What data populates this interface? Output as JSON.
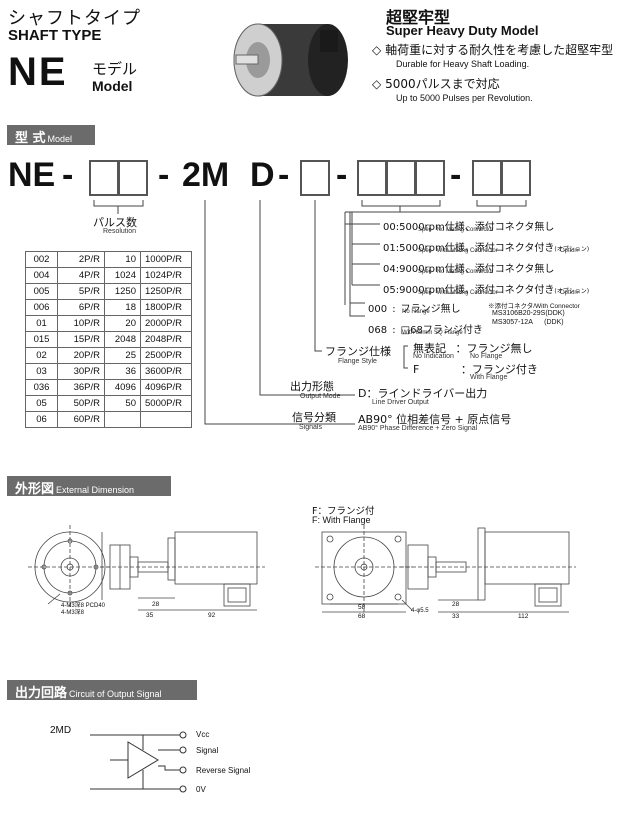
{
  "header": {
    "type_jp": "シャフトタイプ",
    "type_en": "SHAFT TYPE",
    "model_code": "NE",
    "model_jp": "モデル",
    "model_en": "Model",
    "series_jp": "超堅牢型",
    "series_en": "Super Heavy Duty Model",
    "features": [
      {
        "bullet": "◇",
        "jp": "軸荷重に対する耐久性を考慮した超堅牢型",
        "en": "Durable for Heavy Shaft Loading."
      },
      {
        "bullet": "◇",
        "jp": "5000パルスまで対応",
        "en": "Up to 5000 Pulses per Revolution."
      }
    ]
  },
  "section_model": {
    "jp": "型 式",
    "en": "Model"
  },
  "model_code": {
    "prefix": "NE",
    "dash": "-",
    "fixed": "2M",
    "d": "D"
  },
  "resolution": {
    "label_jp": "パルス数",
    "label_en": "Resolution",
    "rows": [
      [
        "002",
        "2P/R",
        "10",
        "1000P/R"
      ],
      [
        "004",
        "4P/R",
        "1024",
        "1024P/R"
      ],
      [
        "005",
        "5P/R",
        "1250",
        "1250P/R"
      ],
      [
        "006",
        "6P/R",
        "18",
        "1800P/R"
      ],
      [
        "01",
        "10P/R",
        "20",
        "2000P/R"
      ],
      [
        "015",
        "15P/R",
        "2048",
        "2048P/R"
      ],
      [
        "02",
        "20P/R",
        "25",
        "2500P/R"
      ],
      [
        "03",
        "30P/R",
        "36",
        "3600P/R"
      ],
      [
        "036",
        "36P/R",
        "4096",
        "4096P/R"
      ],
      [
        "05",
        "50P/R",
        "50",
        "5000P/R"
      ],
      [
        "06",
        "60P/R",
        "",
        ""
      ]
    ]
  },
  "spec_options": [
    {
      "code": "00",
      "jp": "5000rpm仕様、添付コネクタ無し",
      "en": "Spec   No Mating Connector",
      "opt": ""
    },
    {
      "code": "01",
      "jp": "5000rpm仕様、添付コネクタ付き",
      "en": "Spec   With Mating Connector",
      "opt": "(オプション)",
      "opt_en": "Option"
    },
    {
      "code": "04",
      "jp": "9000rpm仕様、添付コネクタ無し",
      "en": "Spec   No Mating Connector",
      "opt": ""
    },
    {
      "code": "05",
      "jp": "9000rpm仕様、添付コネクタ付き",
      "en": "Spec   With Mating Connector",
      "opt": "(オプション)",
      "opt_en": "Option"
    }
  ],
  "flange_options": [
    {
      "code": "000",
      "jp": "フランジ無し",
      "en": "No Flange"
    },
    {
      "code": "068",
      "jp": "□68フランジ付き",
      "en": "With 68mm SQ Flange"
    }
  ],
  "connector_note": {
    "title": "※添付コネクタ/With Connector",
    "lines": [
      "MS3106B20-29S(DDK)",
      "MS3057-12A      (DDK)"
    ]
  },
  "flange_style": {
    "jp": "フランジ仕様",
    "en": "Flange Style",
    "options": [
      {
        "code": "無表記",
        "code_en": "No Indication",
        "jp": "：フランジ無し",
        "en": "No Flange"
      },
      {
        "code": "F",
        "code_en": "",
        "jp": "：フランジ付き",
        "en": "With Flange"
      }
    ]
  },
  "output_mode": {
    "jp": "出力形態",
    "en": "Output Mode",
    "value_jp": "D：ラインドライバー出力",
    "value_en": "Line Driver Output"
  },
  "signals": {
    "jp": "信号分類",
    "en": "Signals",
    "value_jp": "AB90° 位相差信号 + 原点信号",
    "value_en": "AB90° Phase Difference + Zero Signal"
  },
  "section_dim": {
    "jp": "外形図",
    "en": "External Dimension"
  },
  "flange_caption": {
    "jp": "F：フランジ付",
    "en": "F: With Flange"
  },
  "dims_left": {
    "note1": "4-M3深8 PCD40",
    "note2": "4-M3深8",
    "d1": "28",
    "d2": "35",
    "d3": "92"
  },
  "dims_right": {
    "note": "4-φ5.5",
    "d1": "58",
    "d2": "68",
    "d3": "28",
    "d4": "33",
    "d5": "112"
  },
  "section_circuit": {
    "jp": "出力回路",
    "en": "Circuit of Output Signal"
  },
  "circuit": {
    "label": "2MD",
    "vcc": "Vcc",
    "signal": "Signal",
    "reverse": "Reverse Signal",
    "zero": "0V"
  }
}
